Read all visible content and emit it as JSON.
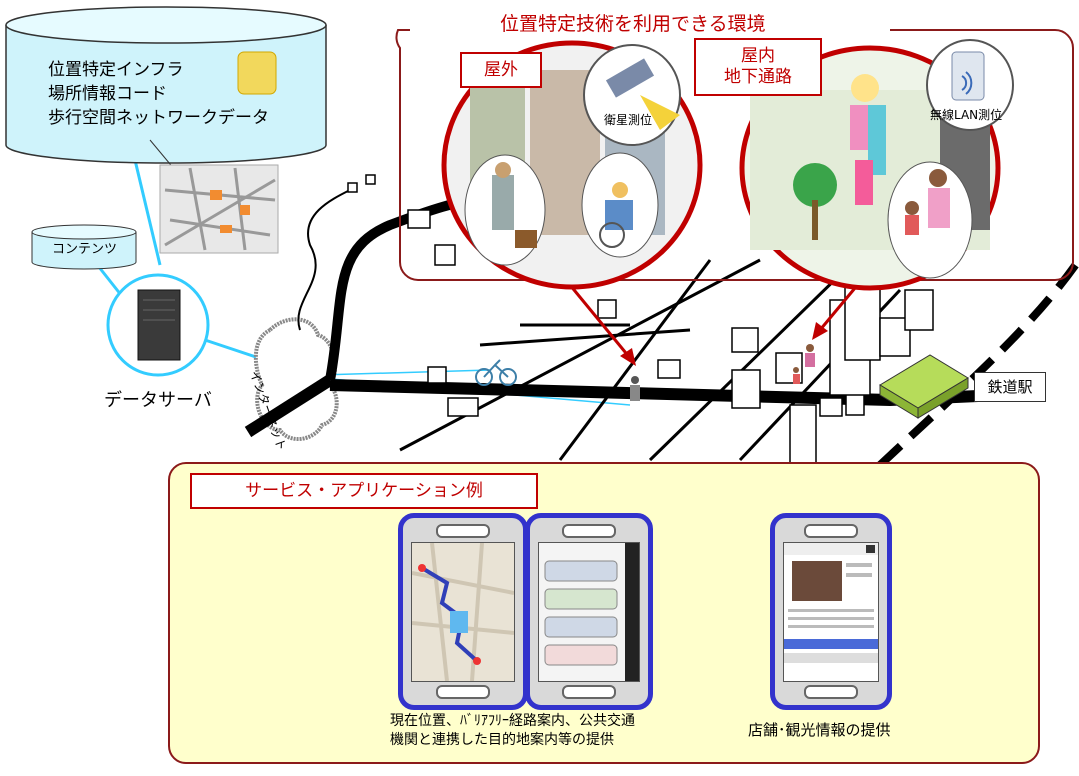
{
  "database": {
    "lines": [
      "位置特定インフラ",
      "場所情報コード",
      "歩行空間ネットワークデータ"
    ]
  },
  "contents_label": "コンテンツ",
  "server_label": "データサーバ",
  "internet_label": "インターネット",
  "environment": {
    "title": "位置特定技術を利用できる環境",
    "outdoor_label": "屋外",
    "indoor_label_line1": "屋内",
    "indoor_label_line2": "地下通路",
    "satellite_label": "衛星測位",
    "wifi_label": "無線LAN測位"
  },
  "station_label": "鉄道駅",
  "services": {
    "title": "サービス・アプリケーション例",
    "caption1_line1": "現在位置、ﾊﾞﾘｱﾌﾘｰ経路案内、公共交通",
    "caption1_line2": "機関と連携した目的地案内等の提供",
    "caption2": "店舗･観光情報の提供"
  },
  "colors": {
    "accent_red": "#c00000",
    "cyan": "#33ccff",
    "phone_border": "#3333cc",
    "station_green": "#99cc33",
    "panel_yellow": "#ffffcc"
  }
}
